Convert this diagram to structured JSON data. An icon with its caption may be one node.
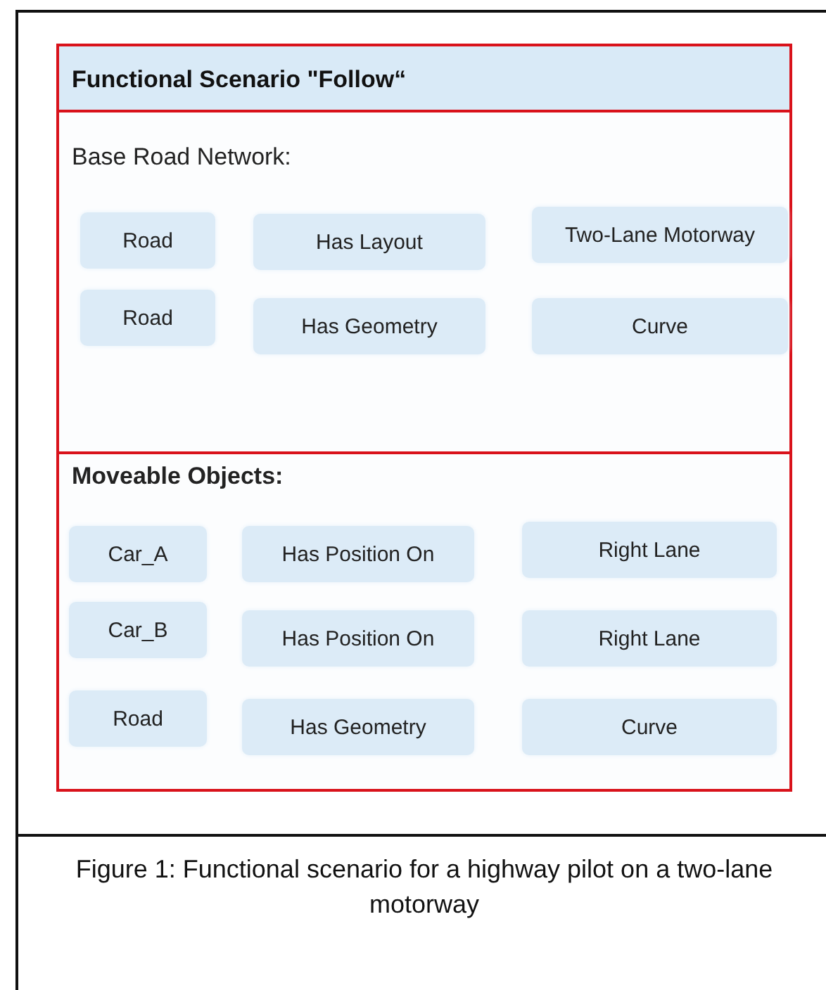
{
  "diagram": {
    "caption": "Figure 1: Functional scenario for a highway pilot on a two-lane motorway",
    "nodes": [
      {
        "text": [
          "Functional Scenario \"Follow“"
        ]
      },
      {
        "text": [
          "Base Road Network:"
        ],
        "in": 0
      },
      {
        "text": [
          "Road"
        ],
        "in": 1
      },
      {
        "text": [
          "Has Layout"
        ],
        "in": 1
      },
      {
        "text": [
          "Two-Lane Motorway"
        ],
        "in": 1
      },
      {
        "text": [
          "Road"
        ],
        "in": 1
      },
      {
        "text": [
          "Has Geometry"
        ],
        "in": 1
      },
      {
        "text": [
          "Curve"
        ],
        "in": 1
      },
      {
        "text": [
          "Moveable Objects:"
        ],
        "in": 0
      },
      {
        "text": [
          "Car_A"
        ],
        "in": 8
      },
      {
        "text": [
          "Has Position On"
        ],
        "in": 8
      },
      {
        "text": [
          "Right Lane"
        ],
        "in": 8
      },
      {
        "text": [
          "Car_B"
        ],
        "in": 8
      },
      {
        "text": [
          "Has Position On"
        ],
        "in": 8
      },
      {
        "text": [
          "Right Lane"
        ],
        "in": 8
      },
      {
        "text": [
          "Road"
        ],
        "in": 8
      },
      {
        "text": [
          "Has Geometry"
        ],
        "in": 8
      },
      {
        "text": [
          "Curve"
        ],
        "in": 8
      }
    ]
  }
}
